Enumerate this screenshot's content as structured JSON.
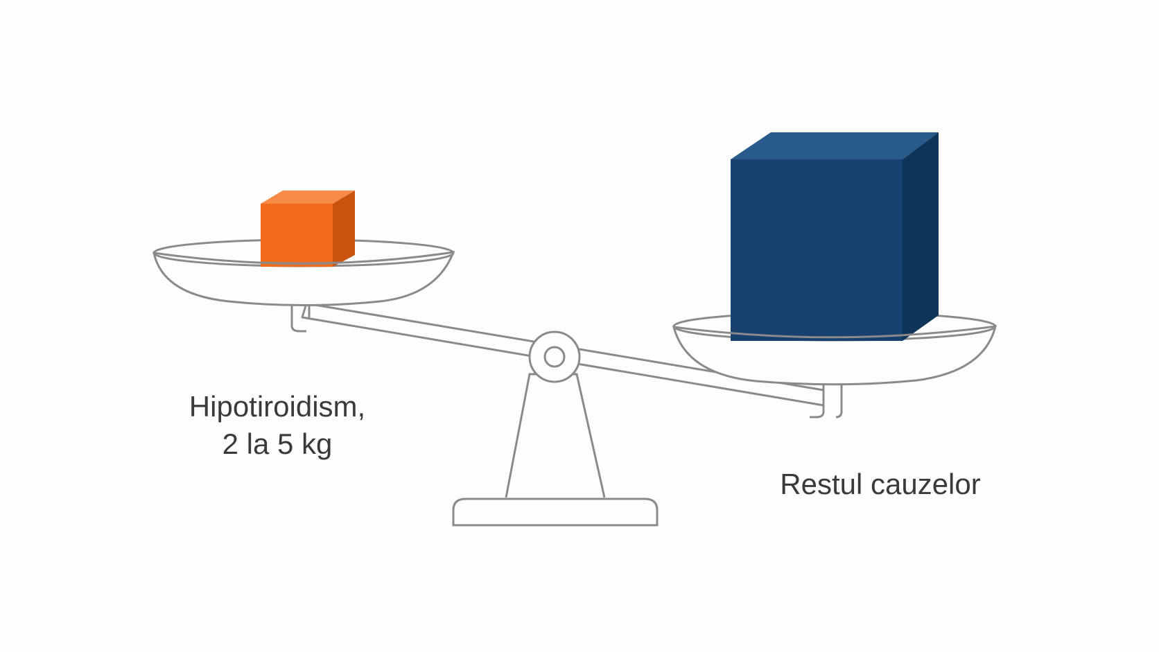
{
  "left_label": {
    "line1": "Hipotiroidism,",
    "line2": "2 la 5 kg"
  },
  "right_label": "Restul cauzelor",
  "colors": {
    "left_block": "#f26a1b",
    "right_block": "#17426f",
    "outline": "#8a8a8a",
    "text": "#3a3a3c"
  }
}
